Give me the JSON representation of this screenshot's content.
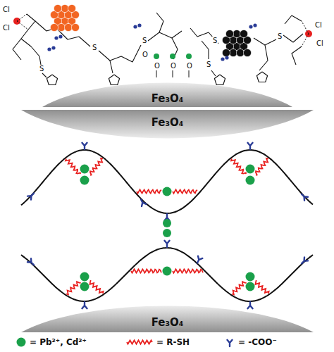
{
  "diagram": {
    "nodes": [
      {
        "text": [
          "Fe₃O₄"
        ]
      },
      {
        "text": [
          "Fe₃O₄"
        ]
      },
      {
        "text": [
          "Fe₃O₄"
        ]
      }
    ],
    "labels": [
      "Cl",
      "Cl",
      "S",
      "S",
      "S",
      "O",
      "O",
      "O",
      "O",
      "S",
      "S",
      "S",
      "Cl",
      "Cl"
    ],
    "legend": [
      {
        "text": "= Pb²⁺, Cd²⁺",
        "color": "#1aa04a"
      },
      {
        "text": "= R-SH"
      },
      {
        "text": "= -COO⁻"
      }
    ]
  }
}
